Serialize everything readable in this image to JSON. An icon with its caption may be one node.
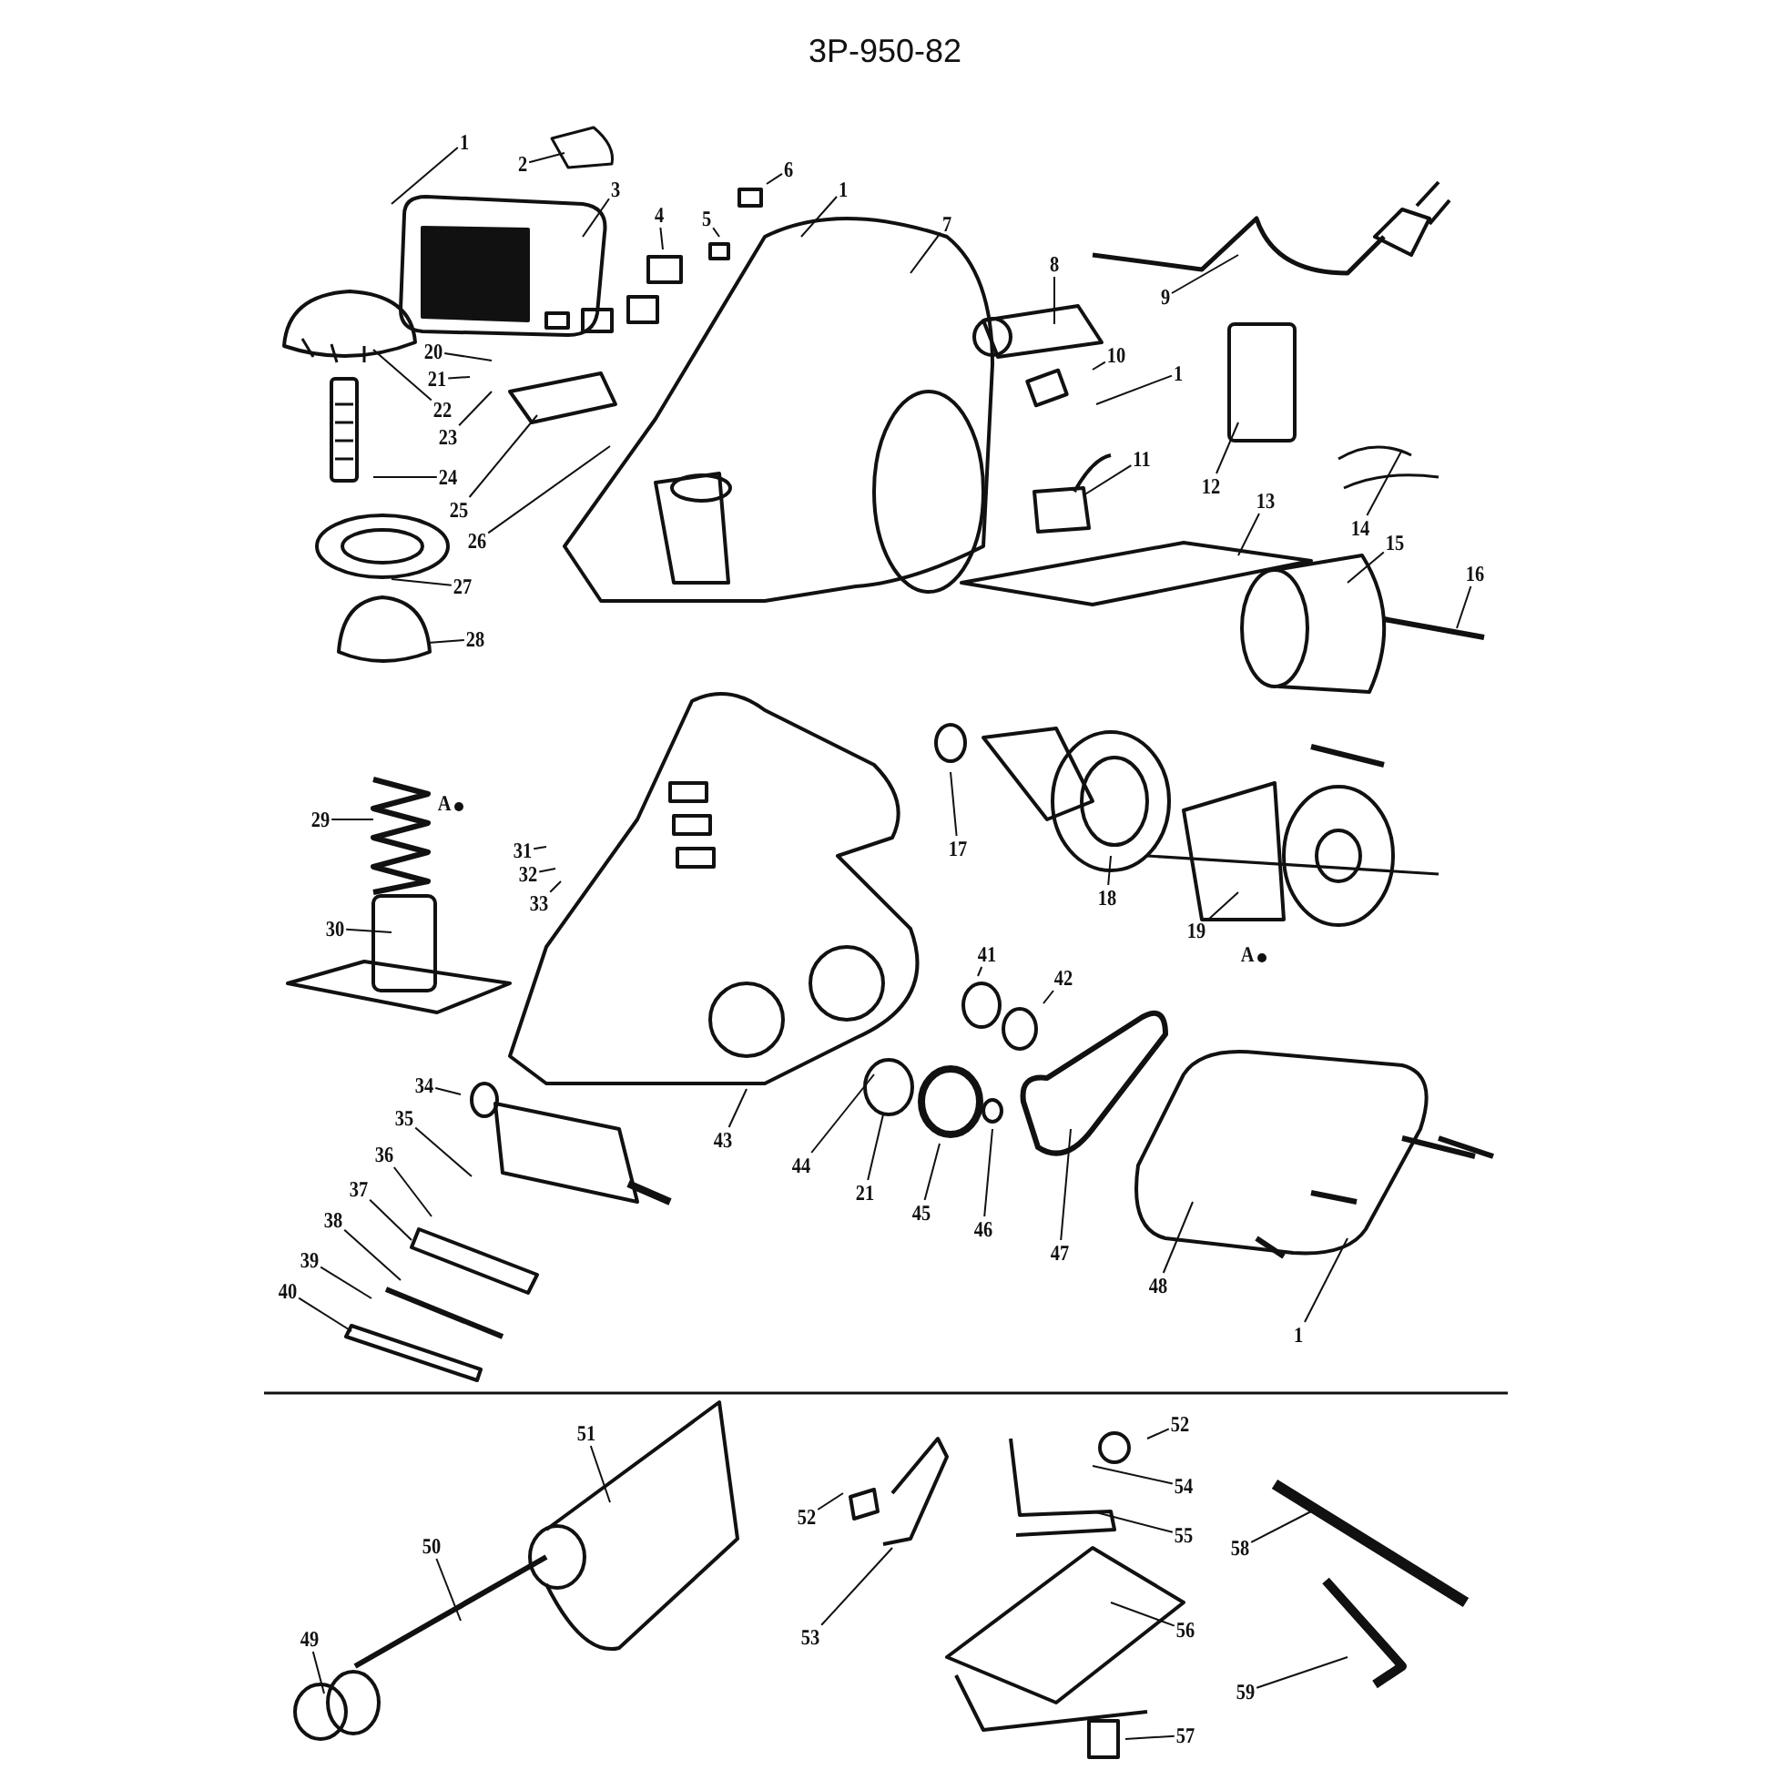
{
  "diagram": {
    "title": "3P-950-82",
    "nodes": [
      {
        "text": [
          "1"
        ]
      },
      {
        "text": [
          "2"
        ]
      },
      {
        "text": [
          "3"
        ]
      },
      {
        "text": [
          "4"
        ]
      },
      {
        "text": [
          "5"
        ]
      },
      {
        "text": [
          "6"
        ]
      },
      {
        "text": [
          "1"
        ]
      },
      {
        "text": [
          "7"
        ]
      },
      {
        "text": [
          "8"
        ]
      },
      {
        "text": [
          "9"
        ]
      },
      {
        "text": [
          "10"
        ]
      },
      {
        "text": [
          "1"
        ]
      },
      {
        "text": [
          "11"
        ]
      },
      {
        "text": [
          "12"
        ]
      },
      {
        "text": [
          "13"
        ]
      },
      {
        "text": [
          "14"
        ]
      },
      {
        "text": [
          "15"
        ]
      },
      {
        "text": [
          "16"
        ]
      },
      {
        "text": [
          "20"
        ]
      },
      {
        "text": [
          "21"
        ]
      },
      {
        "text": [
          "22"
        ]
      },
      {
        "text": [
          "23"
        ]
      },
      {
        "text": [
          "24"
        ]
      },
      {
        "text": [
          "25"
        ]
      },
      {
        "text": [
          "26"
        ]
      },
      {
        "text": [
          "27"
        ]
      },
      {
        "text": [
          "28"
        ]
      },
      {
        "text": [
          "29"
        ]
      },
      {
        "text": [
          "31"
        ]
      },
      {
        "text": [
          "32"
        ]
      },
      {
        "text": [
          "33"
        ]
      },
      {
        "text": [
          "30"
        ]
      },
      {
        "text": [
          "17"
        ]
      },
      {
        "text": [
          "18"
        ]
      },
      {
        "text": [
          "19"
        ]
      },
      {
        "text": [
          "41"
        ]
      },
      {
        "text": [
          "42"
        ]
      },
      {
        "text": [
          "34"
        ]
      },
      {
        "text": [
          "35"
        ]
      },
      {
        "text": [
          "36"
        ]
      },
      {
        "text": [
          "37"
        ]
      },
      {
        "text": [
          "38"
        ]
      },
      {
        "text": [
          "39"
        ]
      },
      {
        "text": [
          "40"
        ]
      },
      {
        "text": [
          "43"
        ]
      },
      {
        "text": [
          "44"
        ]
      },
      {
        "text": [
          "21"
        ]
      },
      {
        "text": [
          "45"
        ]
      },
      {
        "text": [
          "46"
        ]
      },
      {
        "text": [
          "47"
        ]
      },
      {
        "text": [
          "48"
        ]
      },
      {
        "text": [
          "1"
        ]
      },
      {
        "text": [
          "51"
        ]
      },
      {
        "text": [
          "50"
        ]
      },
      {
        "text": [
          "49"
        ]
      },
      {
        "text": [
          "52"
        ]
      },
      {
        "text": [
          "53"
        ]
      },
      {
        "text": [
          "52"
        ]
      },
      {
        "text": [
          "54"
        ]
      },
      {
        "text": [
          "55"
        ]
      },
      {
        "text": [
          "56"
        ]
      },
      {
        "text": [
          "57"
        ]
      },
      {
        "text": [
          "58"
        ]
      },
      {
        "text": [
          "59"
        ]
      }
    ],
    "edges": [
      {
        "from": 0,
        "to": null,
        "arrow": "none"
      },
      {
        "from": 1,
        "to": null,
        "arrow": "none"
      },
      {
        "from": 2,
        "to": null,
        "arrow": "none"
      },
      {
        "from": 3,
        "to": null,
        "arrow": "none"
      },
      {
        "from": 4,
        "to": null,
        "arrow": "none"
      },
      {
        "from": 5,
        "to": null,
        "arrow": "none"
      },
      {
        "from": 6,
        "to": null,
        "arrow": "none"
      },
      {
        "from": 7,
        "to": null,
        "arrow": "none"
      },
      {
        "from": 8,
        "to": null,
        "arrow": "none"
      },
      {
        "from": 9,
        "to": null,
        "arrow": "none"
      },
      {
        "from": 10,
        "to": null,
        "arrow": "none"
      },
      {
        "from": 11,
        "to": null,
        "arrow": "none"
      },
      {
        "from": 12,
        "to": null,
        "arrow": "none"
      },
      {
        "from": 13,
        "to": null,
        "arrow": "none"
      },
      {
        "from": 14,
        "to": null,
        "arrow": "none"
      },
      {
        "from": 15,
        "to": null,
        "arrow": "none"
      },
      {
        "from": 16,
        "to": null,
        "arrow": "none"
      },
      {
        "from": 17,
        "to": null,
        "arrow": "none"
      },
      {
        "from": 18,
        "to": null,
        "arrow": "none"
      },
      {
        "from": 19,
        "to": null,
        "arrow": "none"
      },
      {
        "from": 20,
        "to": null,
        "arrow": "none"
      },
      {
        "from": 21,
        "to": null,
        "arrow": "none"
      },
      {
        "from": 22,
        "to": null,
        "arrow": "none"
      },
      {
        "from": 23,
        "to": null,
        "arrow": "none"
      },
      {
        "from": 24,
        "to": null,
        "arrow": "none"
      },
      {
        "from": 25,
        "to": null,
        "arrow": "none"
      },
      {
        "from": 26,
        "to": null,
        "arrow": "none"
      },
      {
        "from": 27,
        "to": null,
        "arrow": "none"
      },
      {
        "from": 28,
        "to": null,
        "arrow": "none"
      },
      {
        "from": 29,
        "to": null,
        "arrow": "none"
      },
      {
        "from": 30,
        "to": null,
        "arrow": "none"
      },
      {
        "from": 31,
        "to": null,
        "arrow": "none"
      },
      {
        "from": 32,
        "to": null,
        "arrow": "none"
      },
      {
        "from": 33,
        "to": null,
        "arrow": "none"
      },
      {
        "from": 34,
        "to": null,
        "arrow": "none"
      },
      {
        "from": 35,
        "to": null,
        "arrow": "none"
      },
      {
        "from": 36,
        "to": null,
        "arrow": "none"
      },
      {
        "from": 37,
        "to": null,
        "arrow": "none"
      },
      {
        "from": 38,
        "to": null,
        "arrow": "none"
      },
      {
        "from": 39,
        "to": null,
        "arrow": "none"
      },
      {
        "from": 40,
        "to": null,
        "arrow": "none"
      },
      {
        "from": 41,
        "to": null,
        "arrow": "none"
      },
      {
        "from": 42,
        "to": null,
        "arrow": "none"
      },
      {
        "from": 43,
        "to": null,
        "arrow": "none"
      },
      {
        "from": 44,
        "to": null,
        "arrow": "none"
      },
      {
        "from": 45,
        "to": null,
        "arrow": "none"
      },
      {
        "from": 46,
        "to": null,
        "arrow": "none"
      },
      {
        "from": 47,
        "to": null,
        "arrow": "none"
      },
      {
        "from": 48,
        "to": null,
        "arrow": "none"
      },
      {
        "from": 49,
        "to": null,
        "arrow": "none"
      },
      {
        "from": 50,
        "to": null,
        "arrow": "none"
      },
      {
        "from": 51,
        "to": null,
        "arrow": "none"
      },
      {
        "from": 52,
        "to": null,
        "arrow": "none"
      },
      {
        "from": 53,
        "to": null,
        "arrow": "none"
      },
      {
        "from": 54,
        "to": null,
        "arrow": "none"
      },
      {
        "from": 55,
        "to": null,
        "arrow": "none"
      },
      {
        "from": 56,
        "to": null,
        "arrow": "none"
      },
      {
        "from": 57,
        "to": null,
        "arrow": "none"
      },
      {
        "from": 58,
        "to": null,
        "arrow": "none"
      },
      {
        "from": 59,
        "to": null,
        "arrow": "none"
      },
      {
        "from": 60,
        "to": null,
        "arrow": "none"
      },
      {
        "from": 61,
        "to": null,
        "arrow": "none"
      },
      {
        "from": 62,
        "to": null,
        "arrow": "none"
      },
      {
        "from": 63,
        "to": null,
        "arrow": "none"
      }
    ],
    "labels": [
      "A",
      "A"
    ]
  }
}
